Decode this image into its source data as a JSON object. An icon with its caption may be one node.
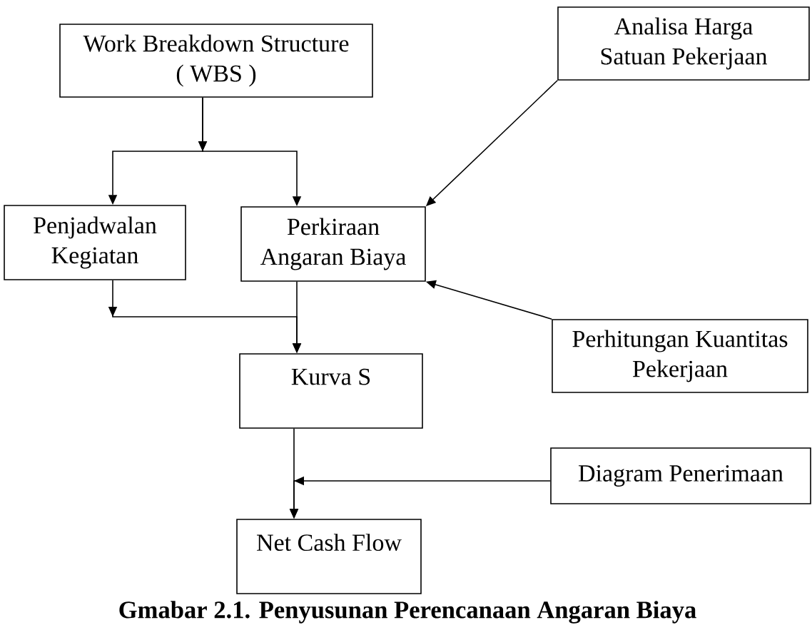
{
  "diagram": {
    "caption": "Gmabar 2.1. Penyusunan Perencanaan Angaran Biaya",
    "nodes": [
      {
        "text": [
          "Work Breakdown Structure ( WBS )"
        ]
      },
      {
        "text": [
          "Analisa Harga Satuan Pekerjaan"
        ]
      },
      {
        "text": [
          "Penjadwalan Kegiatan"
        ]
      },
      {
        "text": [
          "Perkiraan Angaran Biaya"
        ]
      },
      {
        "text": [
          "Perhitungan Kuantitas Pekerjaan"
        ]
      },
      {
        "text": [
          "Kurva S"
        ]
      },
      {
        "text": [
          "Diagram Penerimaan"
        ]
      },
      {
        "text": [
          "Net Cash Flow"
        ]
      }
    ],
    "edges": [
      {
        "from": 0,
        "to": 2,
        "arrow": "to"
      },
      {
        "from": 0,
        "to": 3,
        "arrow": "to"
      },
      {
        "from": 1,
        "to": 3,
        "arrow": "to"
      },
      {
        "from": 2,
        "to": 5,
        "arrow": "to"
      },
      {
        "from": 3,
        "to": 5,
        "arrow": "to"
      },
      {
        "from": 4,
        "to": 3,
        "arrow": "to"
      },
      {
        "from": 5,
        "to": 7,
        "arrow": "to"
      },
      {
        "from": 6,
        "to": 7,
        "arrow": "to"
      }
    ]
  }
}
